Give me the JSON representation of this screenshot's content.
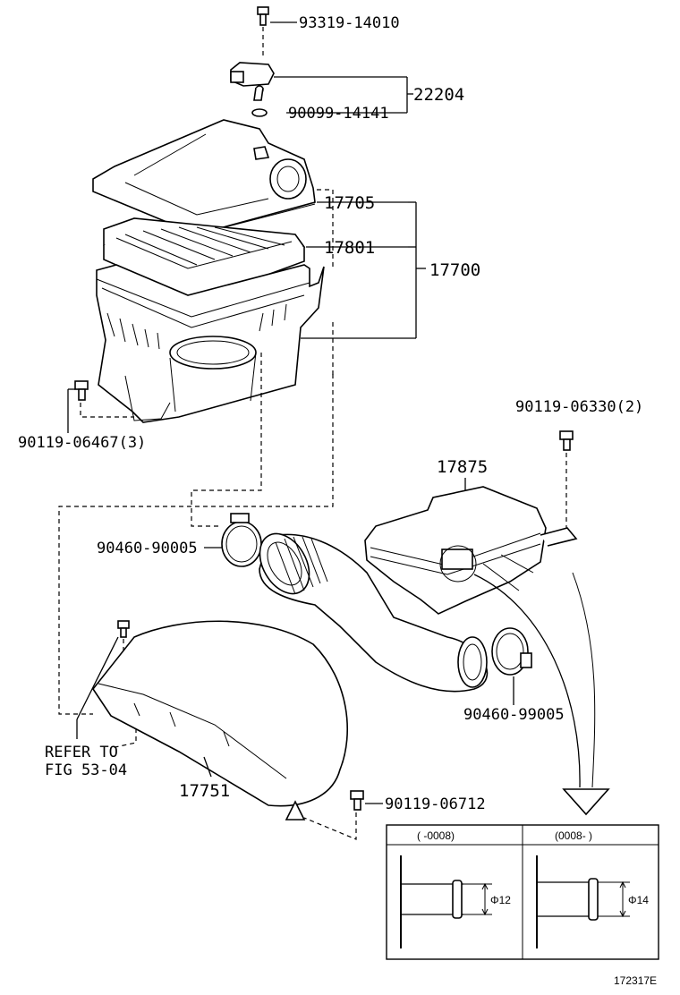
{
  "labels": {
    "bolt_top": "93319-14010",
    "sensor_assy": "22204",
    "oring": "90099-14141",
    "cap": "17705",
    "element": "17801",
    "cleaner_assy": "17700",
    "bolt_left": "90119-06467(3)",
    "bolt_right": "90119-06330(2)",
    "resonator": "17875",
    "clamp_left": "90460-90005",
    "clamp_right": "90460-99005",
    "refer1": "REFER TO",
    "refer2": "FIG 53-04",
    "duct": "17751",
    "bolt_bottom": "90119-06712"
  },
  "inset": {
    "left_header": "(      -0008)",
    "right_header": "(0008-      )",
    "left_dim": "Φ12",
    "right_dim": "Φ14"
  },
  "figure_id": "172317E"
}
